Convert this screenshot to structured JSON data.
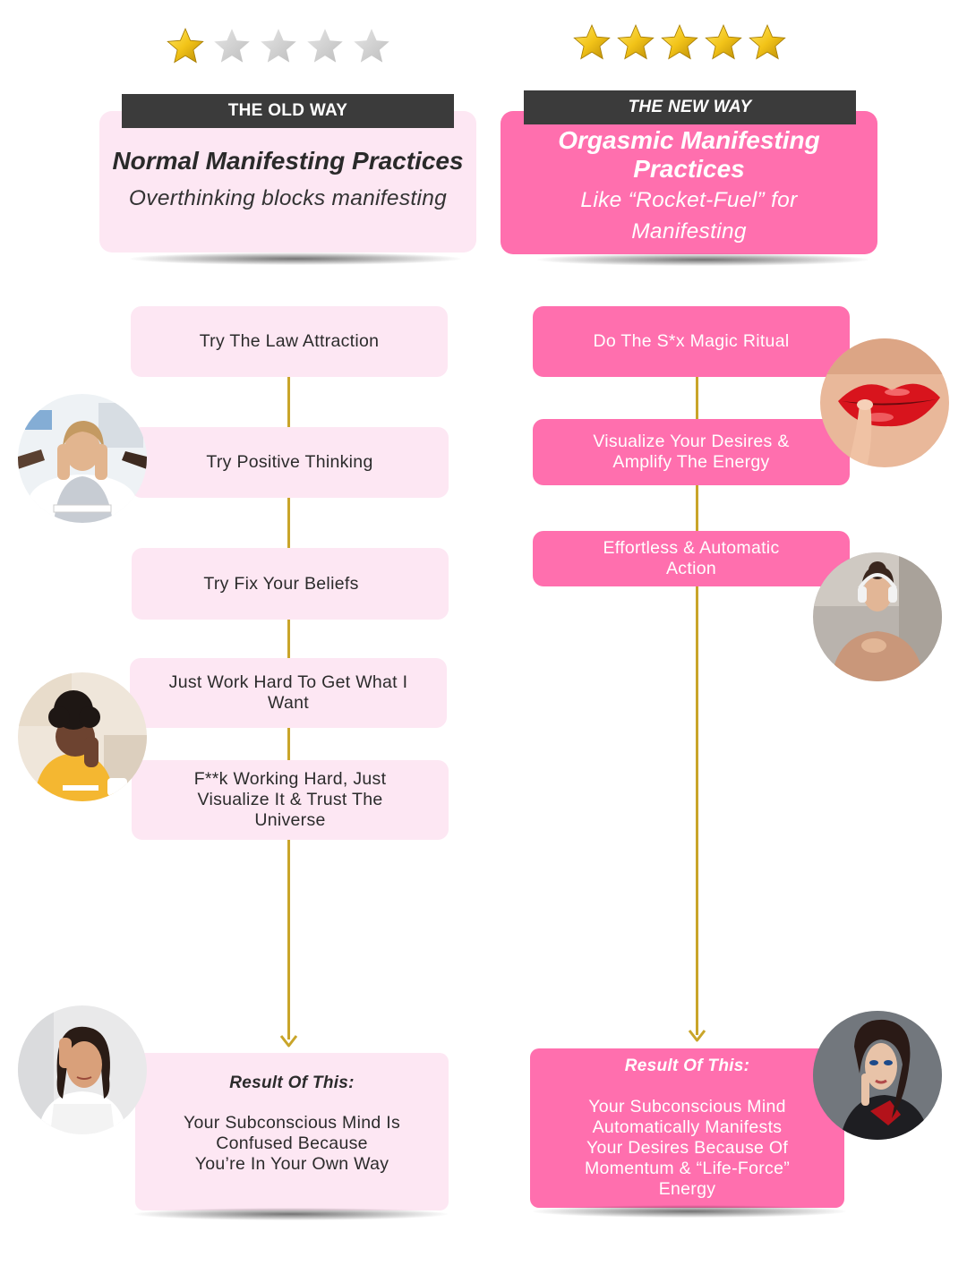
{
  "left": {
    "rating": 1,
    "max_rating": 5,
    "tag": "THE OLD WAY",
    "title": "Normal Manifesting Practices",
    "subtitle": "Overthinking blocks manifesting",
    "steps": [
      "Try The Law Attraction",
      "Try Positive Thinking",
      "Try Fix Your Beliefs",
      "Just Work Hard To Get What I Want",
      "F**k Working Hard, Just Visualize It & Trust The Universe"
    ],
    "result_title": "Result Of This:",
    "result_lines": [
      "Your Subconscious Mind Is",
      "Confused Because",
      "You’re In Your Own Way"
    ]
  },
  "right": {
    "rating": 5,
    "max_rating": 5,
    "tag": "THE NEW WAY",
    "title_lines": [
      "Orgasmic Manifesting",
      "Practices"
    ],
    "subtitle_lines": [
      "Like “Rocket-Fuel” for",
      "Manifesting"
    ],
    "steps": [
      "Do The S*x Magic Ritual",
      "Visualize Your Desires & Amplify The Energy",
      "Effortless & Automatic Action"
    ],
    "result_title": "Result Of This:",
    "result_lines": [
      "Your Subconscious Mind",
      "Automatically Manifests",
      "Your Desires Because Of",
      "Momentum & “Life-Force”",
      "Energy"
    ]
  },
  "colors": {
    "light_pink": "#fde7f3",
    "hot_pink": "#ff6fae",
    "tag_dark": "#3b3b3b",
    "connector_gold": "#c9a52a",
    "star_gold": "#f2c318",
    "star_grey": "#cfcfcf"
  },
  "icons": {
    "filled_star": "star-filled-icon",
    "empty_star": "star-empty-icon",
    "arrow": "arrow-down-icon"
  }
}
